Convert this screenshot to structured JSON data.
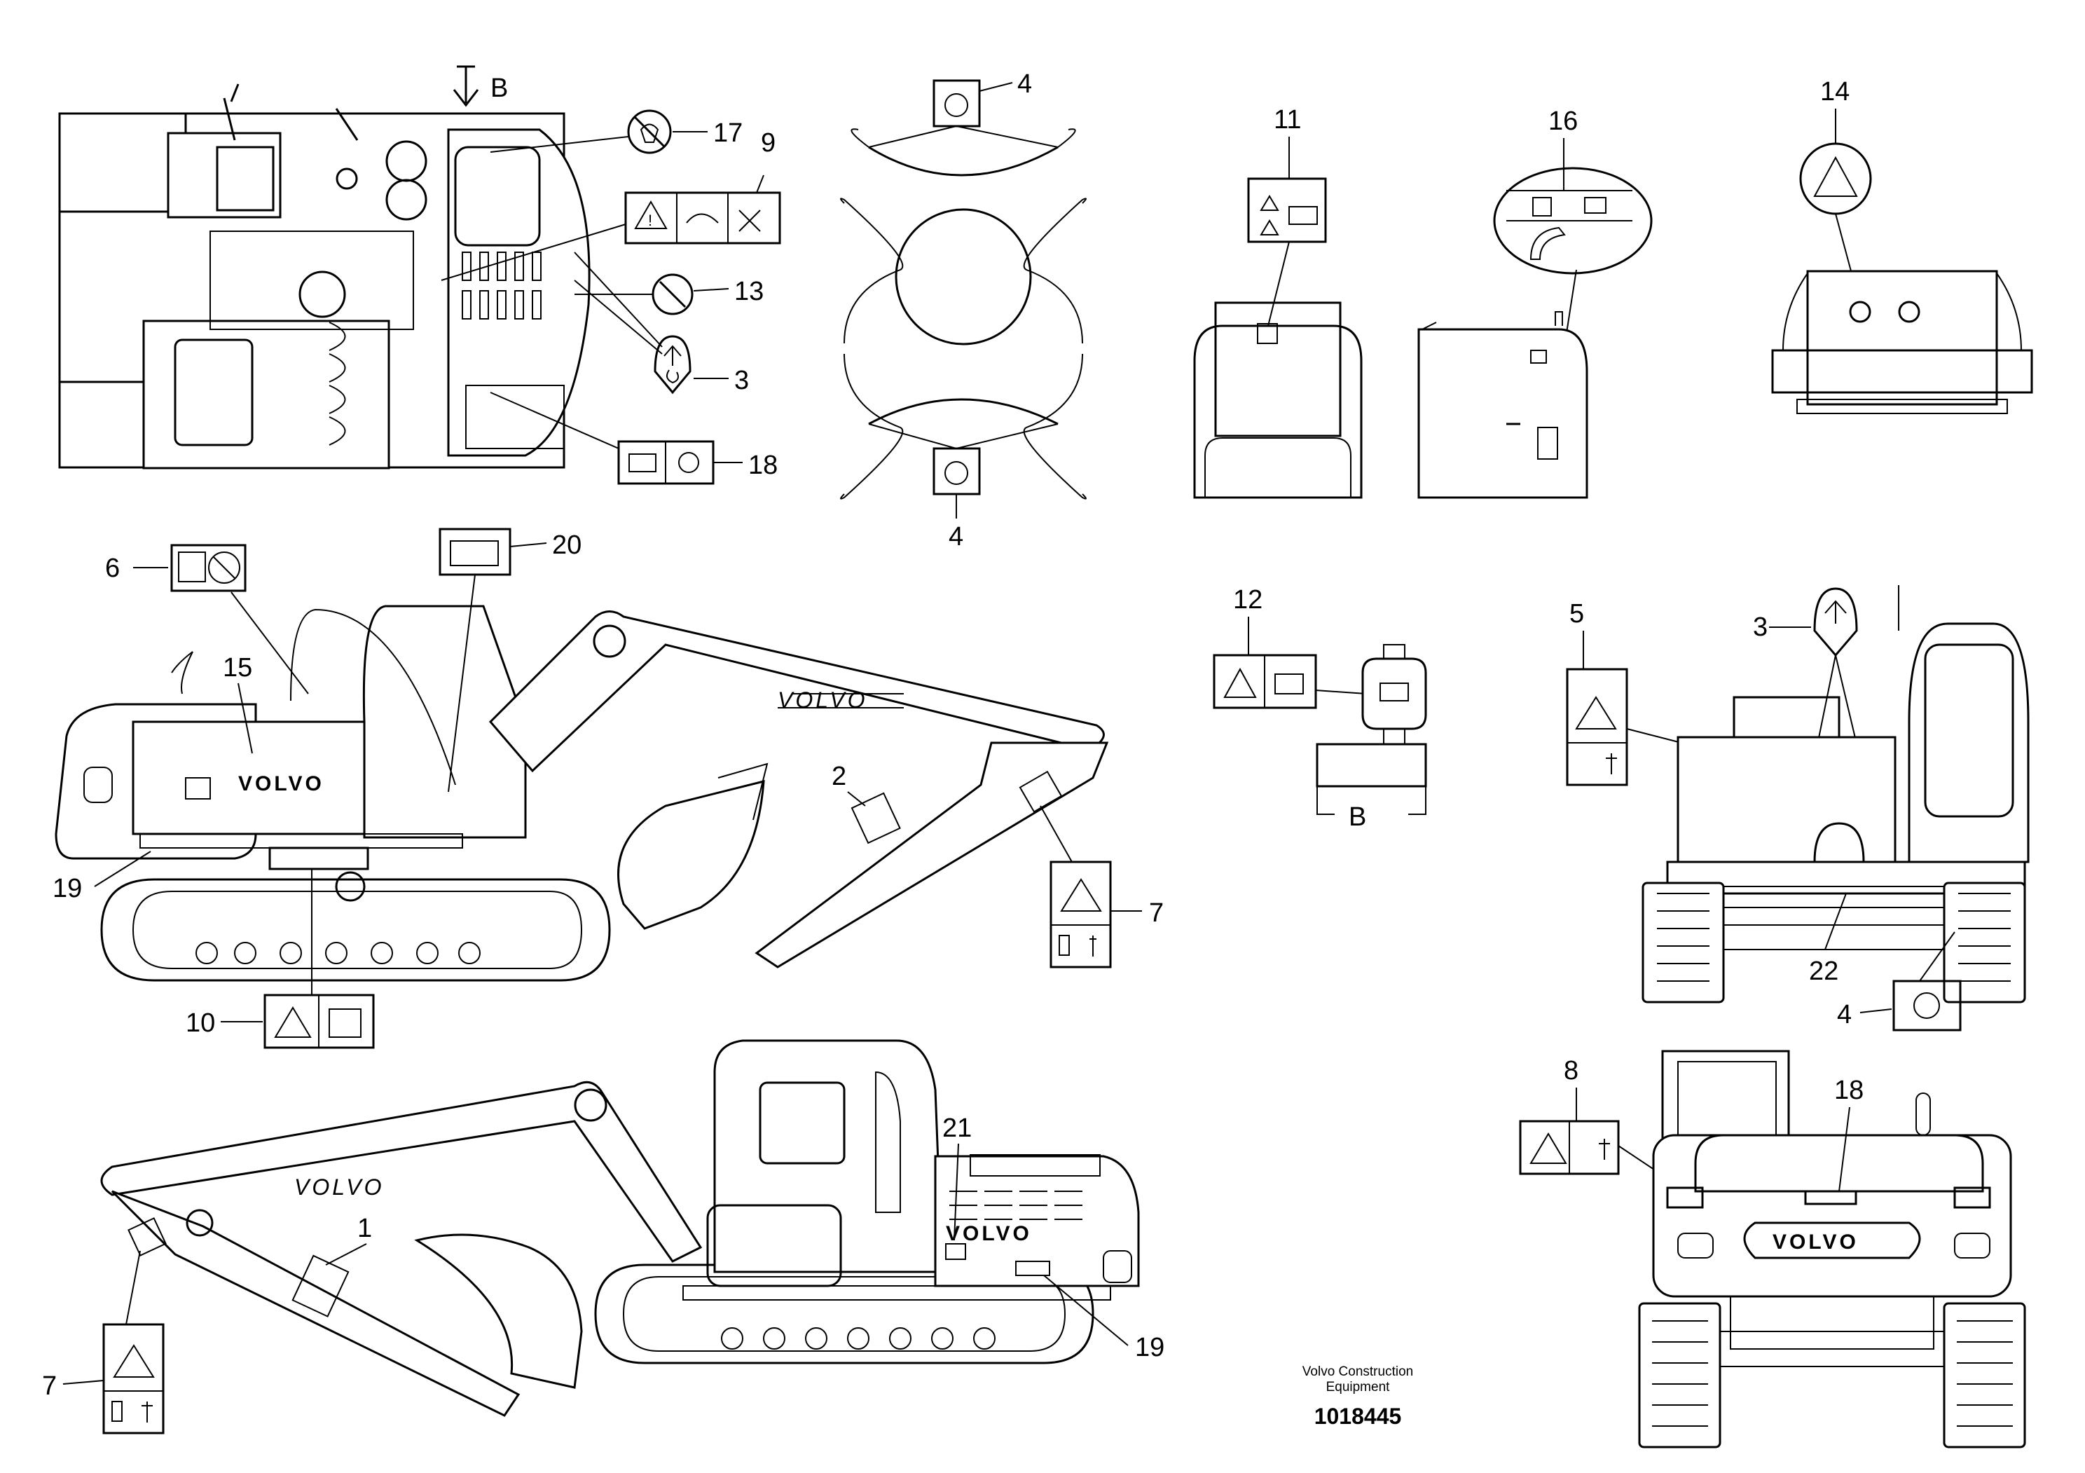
{
  "callouts": {
    "c1": "1",
    "c2": "2",
    "c3a": "3",
    "c3b": "3",
    "c4a": "4",
    "c4b": "4",
    "c4c": "4",
    "c5": "5",
    "c6": "6",
    "c7a": "7",
    "c7b": "7",
    "c8": "8",
    "c9": "9",
    "c10": "10",
    "c11": "11",
    "c12": "12",
    "c13": "13",
    "c14": "14",
    "c15": "15",
    "c16": "16",
    "c17": "17",
    "c18a": "18",
    "c18b": "18",
    "c19a": "19",
    "c19b": "19",
    "c20": "20",
    "c21": "21",
    "c22": "22"
  },
  "view_labels": {
    "arrow_b": "B",
    "box_b": "B"
  },
  "machine_text": {
    "brand_side_a": "VOLVO",
    "brand_side_b": "VOLVO",
    "brand_rear": "VOLVO",
    "brand_boom_a": "VOLVO",
    "brand_boom_b": "VOLVO"
  },
  "footer": {
    "company_line1": "Volvo Construction",
    "company_line2": "Equipment",
    "part_number": "1018445"
  },
  "icons": [
    "no-step-icon",
    "warning-triangle-icon",
    "lifting-hook-icon",
    "battery-icon",
    "fuel-icon",
    "manual-book-icon",
    "fire-hazard-icon",
    "crush-hazard-icon"
  ]
}
